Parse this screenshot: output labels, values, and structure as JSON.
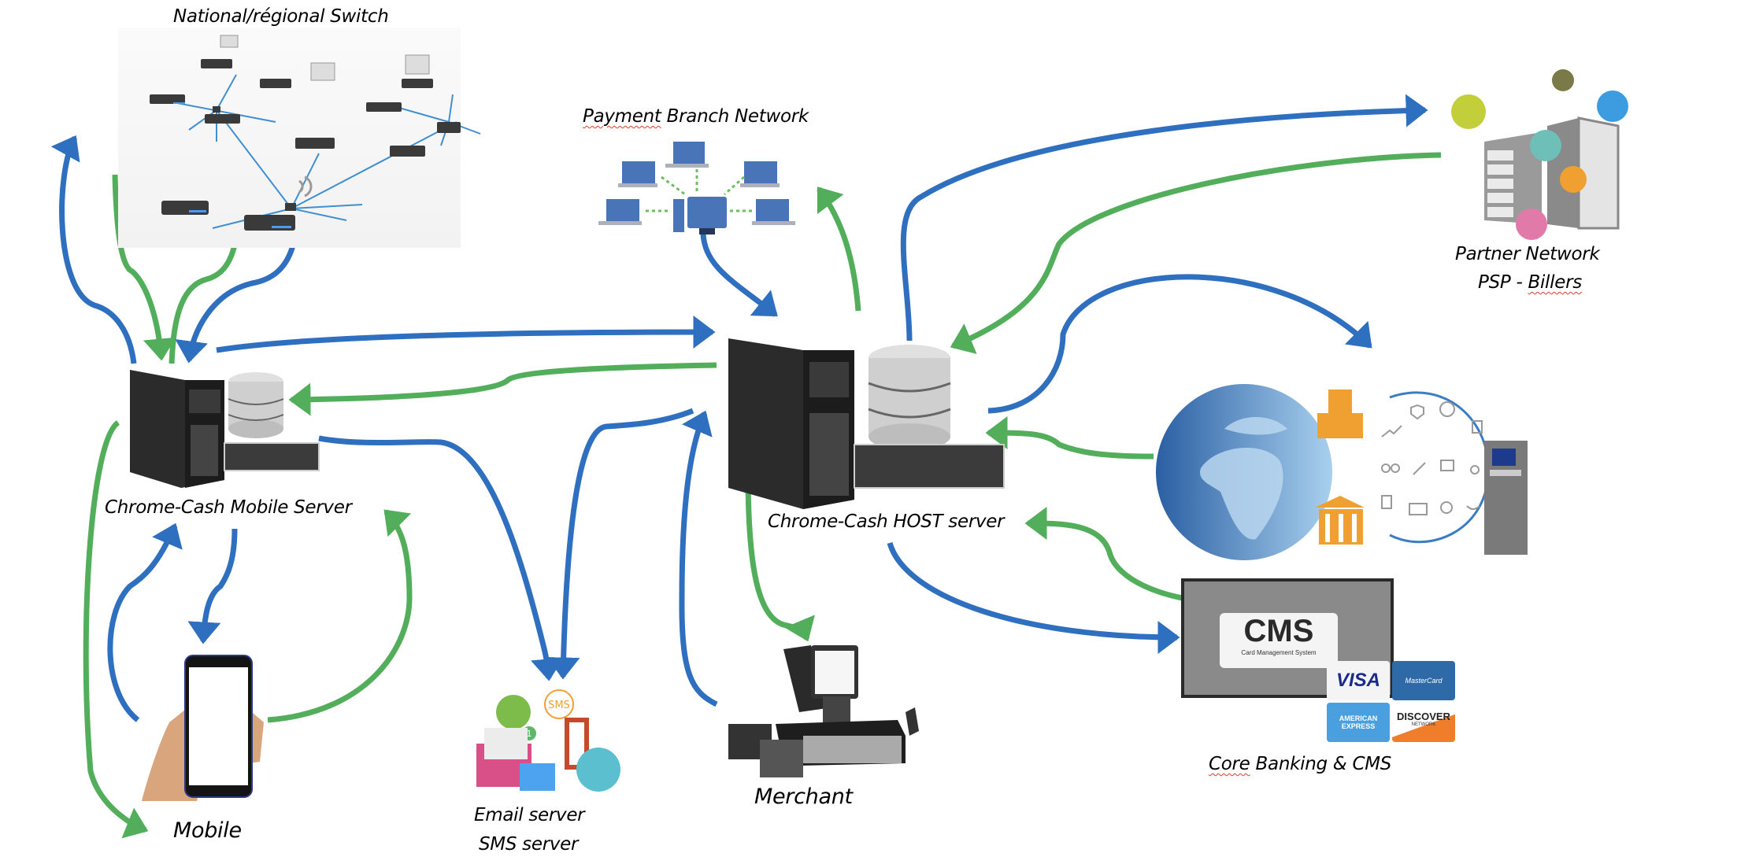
{
  "diagram": {
    "colors": {
      "request_arrow": "#2f6fbf",
      "response_arrow": "#52ae5a",
      "background": "#ffffff",
      "server_dark": "#2b2b2b",
      "database_silver": "#c9c9c9",
      "globe_blue": "#3f7fc0",
      "orange_icon": "#f0a030"
    },
    "nodes": {
      "national_switch": {
        "label": "National/régional Switch",
        "icon": "network-switch-icon"
      },
      "payment_branch": {
        "label_part1": "Payment",
        "label_part2": " Branch Network",
        "icon": "branch-network-icon"
      },
      "partner_network": {
        "label_line1": "Partner Network",
        "label_line2_prefix": "PSP - ",
        "label_line2_word": "Billers",
        "icon": "partner-servers-icon"
      },
      "mobile_server": {
        "label": "Chrome-Cash Mobile Server",
        "icon": "server-tower-icon"
      },
      "host_server": {
        "label": "Chrome-Cash HOST server",
        "icon": "server-tower-icon"
      },
      "core_banking": {
        "label_word1": "Core",
        "label_rest": " Banking & CMS",
        "cms_title": "CMS",
        "cms_subtitle": "Card Management System",
        "icon": "globe-bank-icon"
      },
      "mobile": {
        "label": "Mobile",
        "icon": "smartphone-icon"
      },
      "email_sms": {
        "label_line1": "Email server",
        "label_line2": "SMS server",
        "sms_bubble": "SMS",
        "badge": "1",
        "icon": "email-sms-icon"
      },
      "merchant": {
        "label": "Merchant",
        "icon": "pos-terminal-icon"
      },
      "atm": {
        "icon": "atm-icon"
      }
    },
    "card_brands": [
      "VISA",
      "MasterCard",
      "AMERICAN EXPRESS",
      "DISCOVER"
    ],
    "card_brand_sub": "NETWORK"
  }
}
